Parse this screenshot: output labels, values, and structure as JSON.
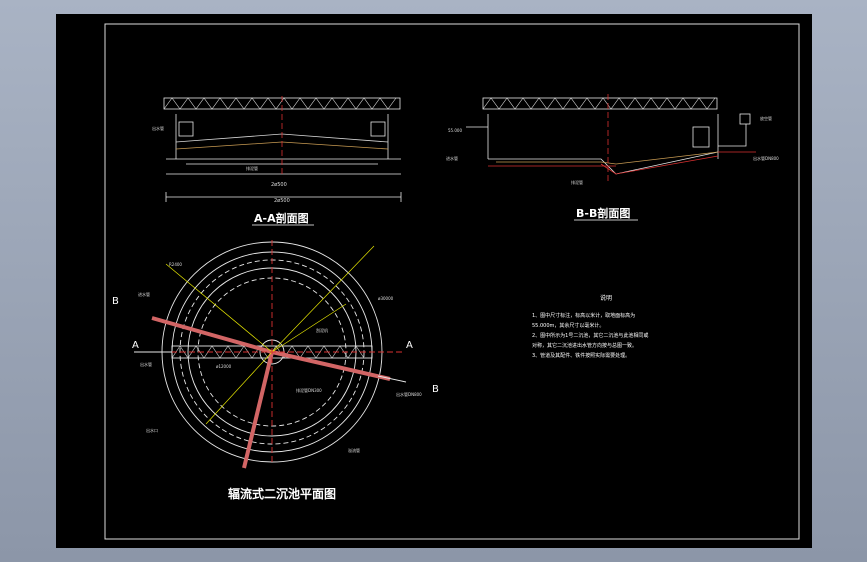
{
  "drawing": {
    "title_plan": "辐流式二沉池平面图",
    "title_aa": "A-A剖面图",
    "title_bb": "B-B剖面图",
    "section_marks": {
      "a_left": "A",
      "a_right": "A",
      "b_left": "B",
      "b_right": "B"
    },
    "notes": {
      "heading": "说明",
      "lines": [
        "1、图中尺寸标注，标高以米计，取地面标高为",
        "55.000m，其余尺寸以毫米计。",
        "2、图中所示为1号二沉池，其它二沉池与此池相同或",
        "对称，其它二沉池进出水管方向按与总图一致。",
        "3、管道及其配件、铁件按照实际需要处理。"
      ]
    },
    "aa_labels": {
      "dim1": "2ø500",
      "dim2": "2ø500",
      "lbl_a": "出水管",
      "lbl_b": "排泥管"
    },
    "bb_labels": {
      "lbl_pipe_in": "进水管",
      "lbl_sludge": "排泥管",
      "lbl_out": "出水管DN800",
      "lbl_ground": "55.000",
      "lbl_valve": "放空管"
    },
    "plan_labels": {
      "inlet": "进水管",
      "inlet2": "出水管",
      "bridge": "刮泥机",
      "sludge": "排泥管DN300",
      "outlet": "出水管DN800",
      "weir": "出水口",
      "overflow": "溢流管",
      "dia": "ø12000",
      "r1": "R2400",
      "r2": "ø30000"
    }
  }
}
